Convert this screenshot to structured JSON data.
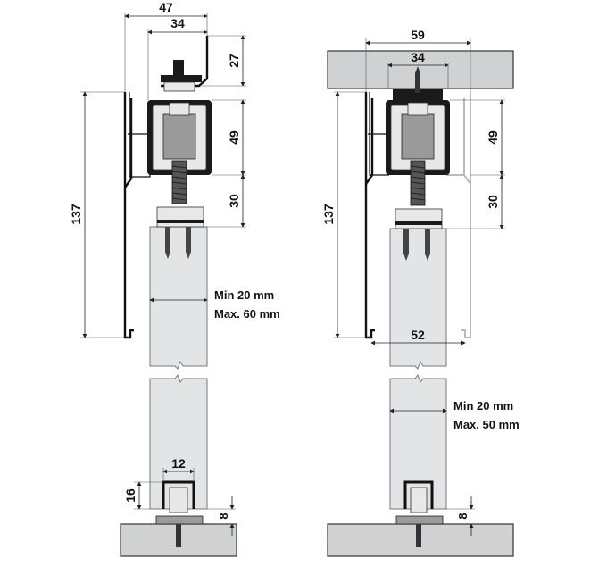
{
  "left_assembly": {
    "dims": {
      "bracket_width": "47",
      "bracket_inner": "34",
      "bracket_height": "27",
      "carriage_height": "49",
      "hanger_height": "30",
      "total_height": "137",
      "door_thickness_min": "Min 20 mm",
      "door_thickness_max": "Max. 60 mm",
      "guide_width": "12",
      "guide_height": "16",
      "floor_clearance": "8"
    }
  },
  "right_assembly": {
    "dims": {
      "ceiling_width": "59",
      "track_inner": "34",
      "carriage_height": "49",
      "hanger_height": "30",
      "total_height": "137",
      "door_bottom_width": "52",
      "door_thickness_min": "Min 20 mm",
      "door_thickness_max": "Max. 50 mm",
      "floor_clearance": "8"
    }
  },
  "colors": {
    "door_fill": "#e3e4e5",
    "floor_fill": "#d0d1d3",
    "profile_stroke": "#111111",
    "ghost_profile": "#bbbbbb"
  }
}
